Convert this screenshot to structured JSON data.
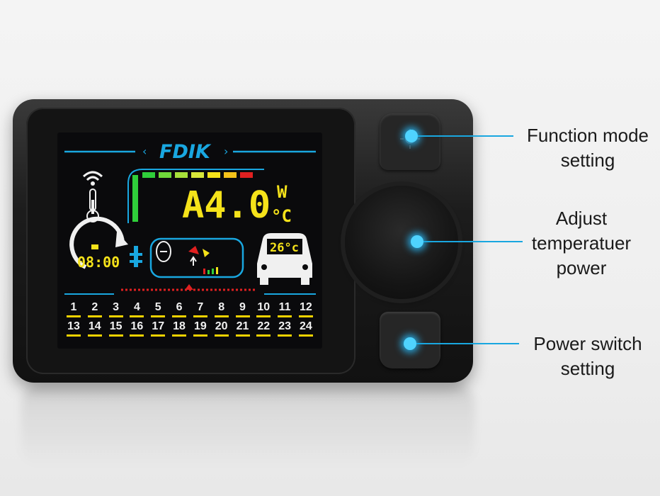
{
  "brand": "FDIK",
  "display": {
    "main_value": "A4.0",
    "unit_power": "W",
    "unit_temp": "°C",
    "time": "08:00",
    "outside_temp": "26°c",
    "hours_top": [
      "1",
      "2",
      "3",
      "4",
      "5",
      "6",
      "7",
      "8",
      "9",
      "10",
      "11",
      "12"
    ],
    "hours_bottom": [
      "13",
      "14",
      "15",
      "16",
      "17",
      "18",
      "19",
      "20",
      "21",
      "22",
      "23",
      "24"
    ]
  },
  "callouts": {
    "function_mode": [
      "Function mode",
      "setting"
    ],
    "adjust": [
      "Adjust",
      "temperatuer",
      "power"
    ],
    "power_switch": [
      "Power switch",
      "setting"
    ]
  },
  "colors": {
    "accent_blue": "#19a7e0",
    "segment_yellow": "#f5e21a",
    "bar_green": "#2fcf3a",
    "bar_red": "#e02020",
    "hour_yellow": "#f0d200"
  },
  "icons": [
    "wifi-icon",
    "thermometer-icon",
    "timer-icon",
    "pump-icon",
    "heater-icon",
    "car-icon",
    "sun-icon"
  ]
}
